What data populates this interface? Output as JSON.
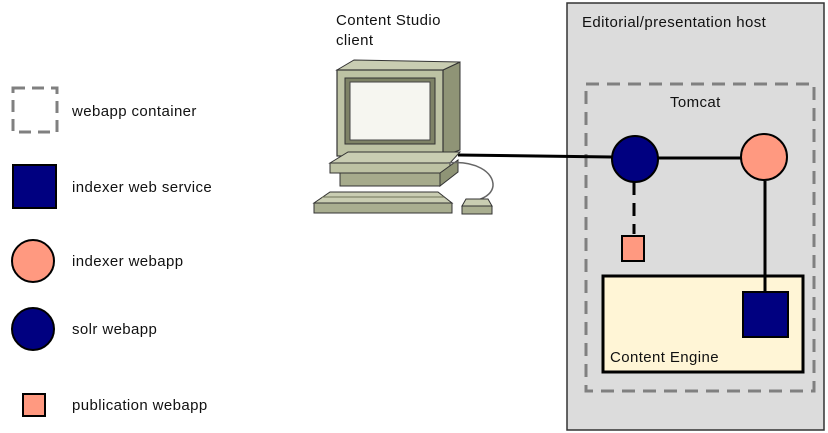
{
  "legend": {
    "items": [
      {
        "label": "webapp container",
        "icon": "dashed-square-icon"
      },
      {
        "label": "indexer web service",
        "icon": "blue-square-icon"
      },
      {
        "label": "indexer webapp",
        "icon": "salmon-circle-icon"
      },
      {
        "label": "solr webapp",
        "icon": "blue-circle-icon"
      },
      {
        "label": "publication webapp",
        "icon": "salmon-square-icon"
      }
    ]
  },
  "client": {
    "label_line1": "Content Studio",
    "label_line2": "client",
    "icon": "desktop-computer-icon"
  },
  "host": {
    "label": "Editorial/presentation host"
  },
  "tomcat": {
    "label": "Tomcat"
  },
  "engine": {
    "label": "Content Engine"
  },
  "colors": {
    "navy": "#000080",
    "salmon": "#FF9980",
    "host_bg": "#DCDCDC",
    "engine_bg": "#FFF5D6",
    "dashed": "#808080"
  }
}
